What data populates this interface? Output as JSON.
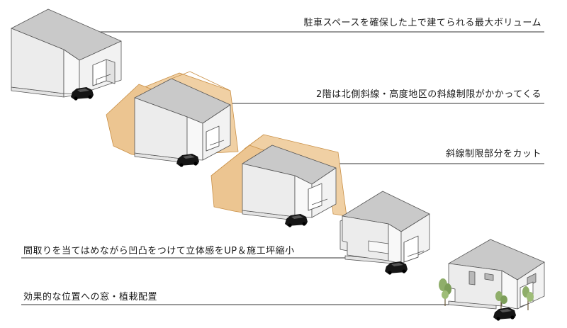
{
  "colors": {
    "top": "#c9c9c9",
    "left": "#ececec",
    "right": "#f8f8f8",
    "edge": "#555555",
    "slope_fill": "#f0d0a4",
    "slope_edge": "#c98f45",
    "leader": "#333333",
    "tree": "#8fae6a",
    "car": "#151515"
  },
  "steps": [
    {
      "label": "駐車スペースを確保した上で建てられる最大ボリューム"
    },
    {
      "label": "2階は北側斜線・高度地区の斜線制限がかかってくる"
    },
    {
      "label": "斜線制限部分をカット"
    },
    {
      "label": "間取りを当てはめながら凹凸をつけて立体感をUP＆施工坪縮小"
    },
    {
      "label": "効果的な位置への窓・植栽配置"
    }
  ]
}
